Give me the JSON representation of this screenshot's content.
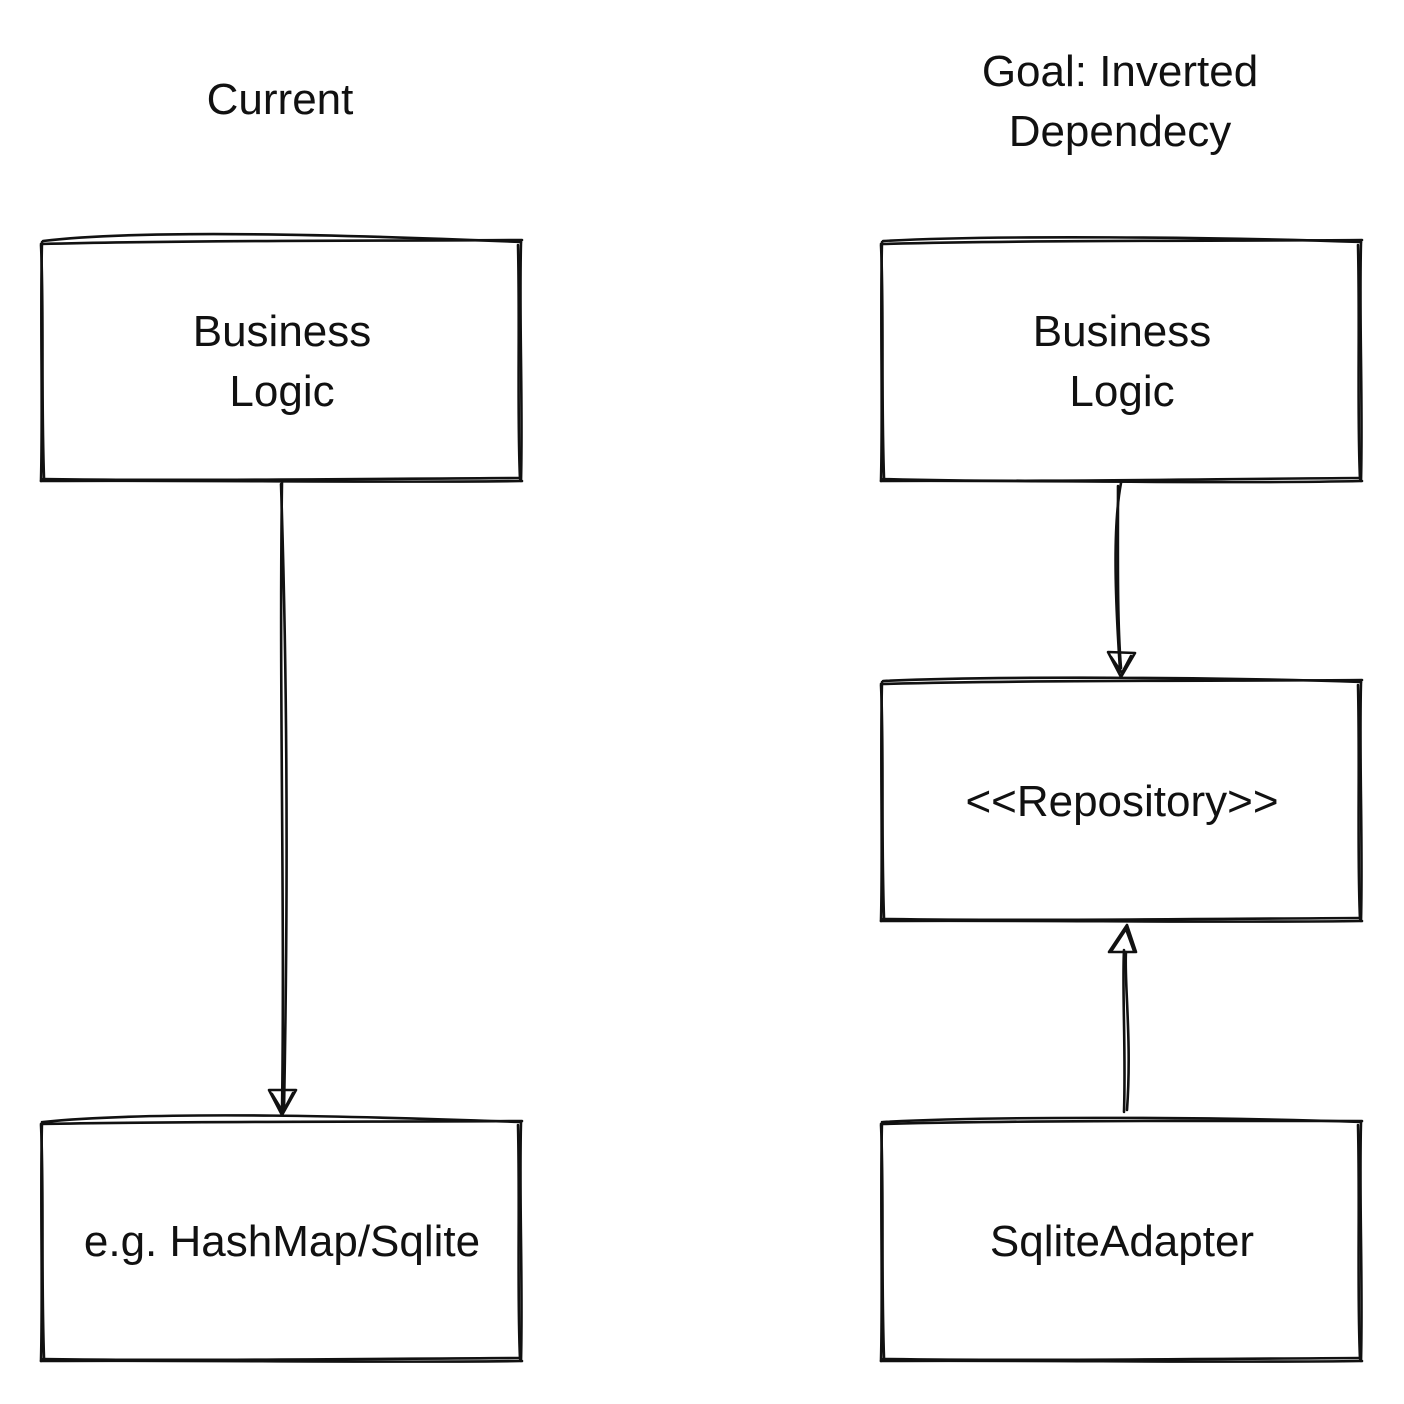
{
  "headings": {
    "current": "Current",
    "goal_line1": "Goal: Inverted",
    "goal_line2": "Dependecy"
  },
  "left": {
    "business_line1": "Business",
    "business_line2": "Logic",
    "storage": "e.g. HashMap/Sqlite"
  },
  "right": {
    "business_line1": "Business",
    "business_line2": "Logic",
    "repository": "<<Repository>>",
    "adapter": "SqliteAdapter"
  },
  "colors": {
    "stroke": "#111111",
    "background": "#ffffff"
  }
}
